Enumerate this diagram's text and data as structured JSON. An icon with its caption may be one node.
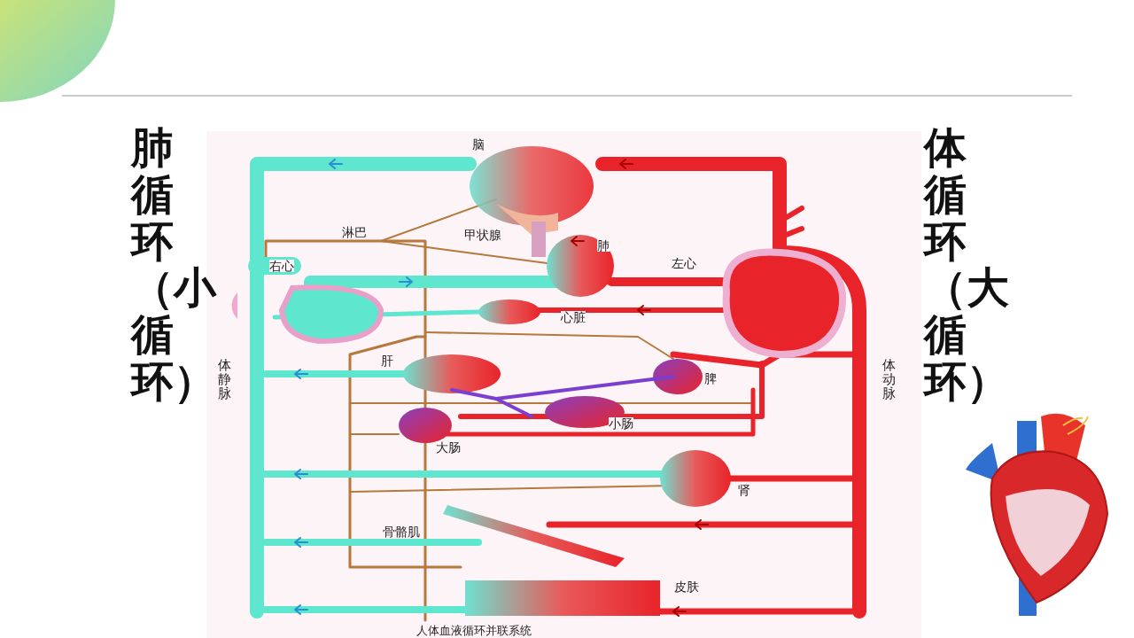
{
  "diagram": {
    "caption": "人体血液循环并联系统",
    "labels": [
      "肺循环（小循环）",
      "体循环（大循环）",
      "脑",
      "淋巴",
      "甲状腺",
      "肺",
      "右心",
      "左心",
      "心脏",
      "肝",
      "脾",
      "小肠",
      "大肠",
      "肾",
      "骨骼肌",
      "皮肤",
      "体静脉",
      "体动脉"
    ]
  }
}
